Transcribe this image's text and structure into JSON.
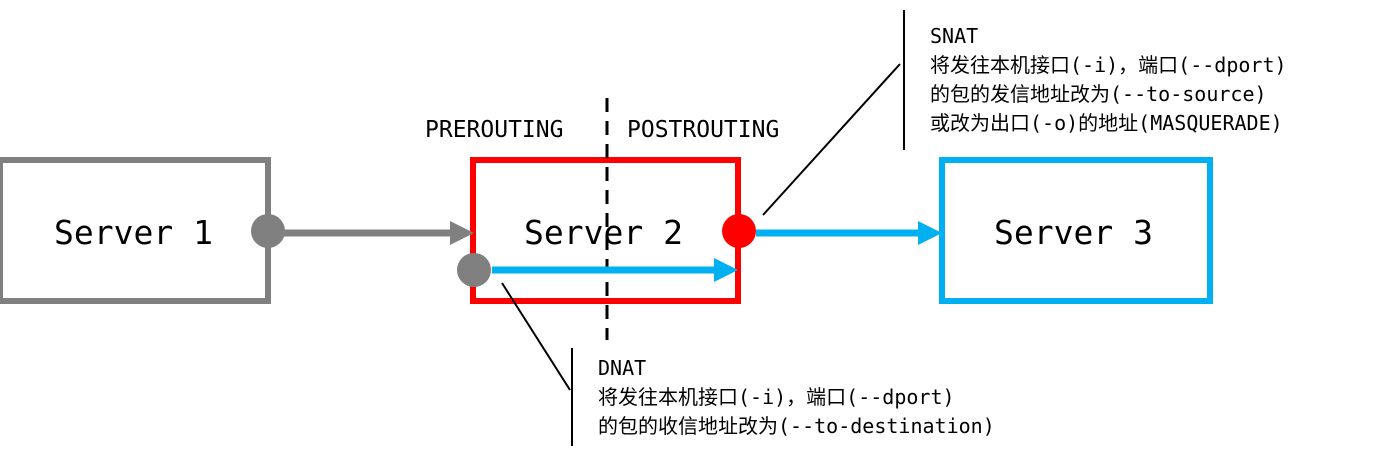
{
  "colors": {
    "server1": "#808080",
    "server2": "#ff0000",
    "server3": "#00b0f0",
    "text": "#000000"
  },
  "servers": {
    "server1": "Server 1",
    "server2": "Server 2",
    "server3": "Server 3"
  },
  "chains": {
    "prerouting": "PREROUTING",
    "postrouting": "POSTROUTING"
  },
  "snat": {
    "title": "SNAT",
    "line1": "将发往本机接口(-i)，端口(--dport)",
    "line2": "的包的发信地址改为(--to-source)",
    "line3": "或改为出口(-o)的地址(MASQUERADE)"
  },
  "dnat": {
    "title": "DNAT",
    "line1": "将发往本机接口(-i)，端口(--dport)",
    "line2": "的包的收信地址改为(--to-destination)"
  }
}
